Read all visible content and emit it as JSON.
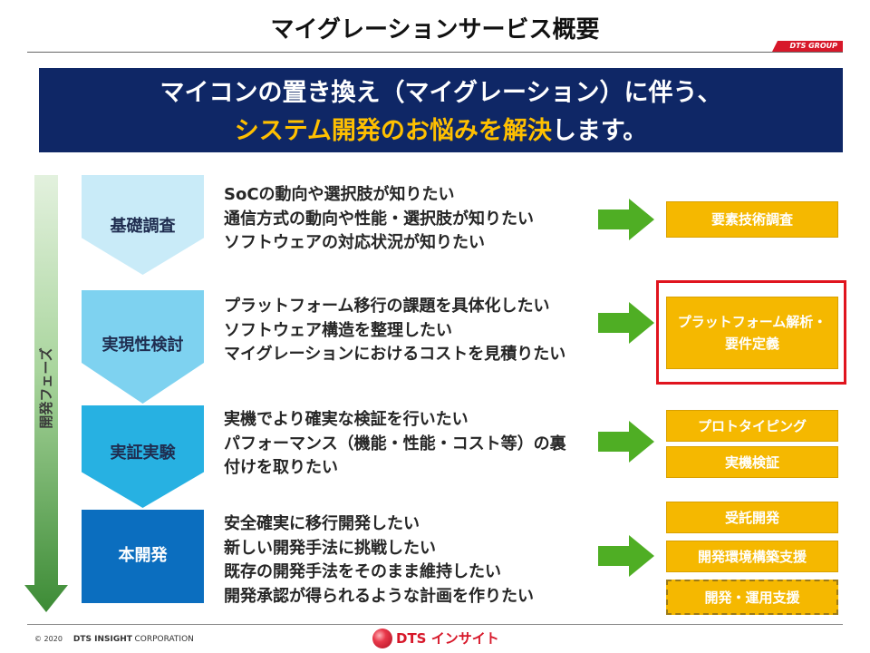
{
  "slide_title": "マイグレーションサービス概要",
  "group_badge": "DTS GROUP",
  "banner": {
    "line1": "マイコンの置き換え（マイグレーション）に伴う、",
    "line2_highlight": "システム開発のお悩みを解決",
    "line2_rest": "します。"
  },
  "phase_axis_label": "開発フェーズ",
  "phases": [
    {
      "label": "基礎調査",
      "needs": [
        "SoCの動向や選択肢が知りたい",
        "通信方式の動向や性能・選択肢が知りたい",
        "ソフトウェアの対応状況が知りたい"
      ],
      "services": [
        {
          "lines": [
            "要素技術調査"
          ]
        }
      ]
    },
    {
      "label": "実現性検討",
      "needs": [
        "プラットフォーム移行の課題を具体化したい",
        "ソフトウェア構造を整理したい",
        "マイグレーションにおけるコストを見積りたい"
      ],
      "services": [
        {
          "lines": [
            "プラットフォーム解析・",
            "要件定義"
          ],
          "highlighted": true
        }
      ]
    },
    {
      "label": "実証実験",
      "needs": [
        "実機でより確実な検証を行いたい",
        "パフォーマンス（機能・性能・コスト等）の裏",
        "付けを取りたい"
      ],
      "services": [
        {
          "lines": [
            "プロトタイピング"
          ]
        },
        {
          "lines": [
            "実機検証"
          ]
        }
      ]
    },
    {
      "label": "本開発",
      "needs": [
        "安全確実に移行開発したい",
        "新しい開発手法に挑戦したい",
        "既存の開発手法をそのまま維持したい",
        "開発承認が得られるような計画を作りたい"
      ],
      "services": [
        {
          "lines": [
            "受託開発"
          ]
        },
        {
          "lines": [
            "開発環境構築支援"
          ]
        },
        {
          "lines": [
            "開発・運用支援"
          ],
          "dashed_border": true
        }
      ]
    }
  ],
  "footer": {
    "copyright": "© 2020",
    "company_bold": "DTS INSIGHT",
    "company_rest": "CORPORATION",
    "logo_text": "DTS インサイト"
  },
  "colors": {
    "banner_bg": "#0f2766",
    "highlight_text": "#ffc000",
    "service_box": "#f5b800",
    "arrow_green": "#4fae24",
    "highlight_frame": "#e0141e",
    "phase_1": "#c9ebf8",
    "phase_2": "#7ed2f0",
    "phase_3": "#27b1e2",
    "phase_4": "#0b6ebf",
    "brand_red": "#d7182a"
  }
}
